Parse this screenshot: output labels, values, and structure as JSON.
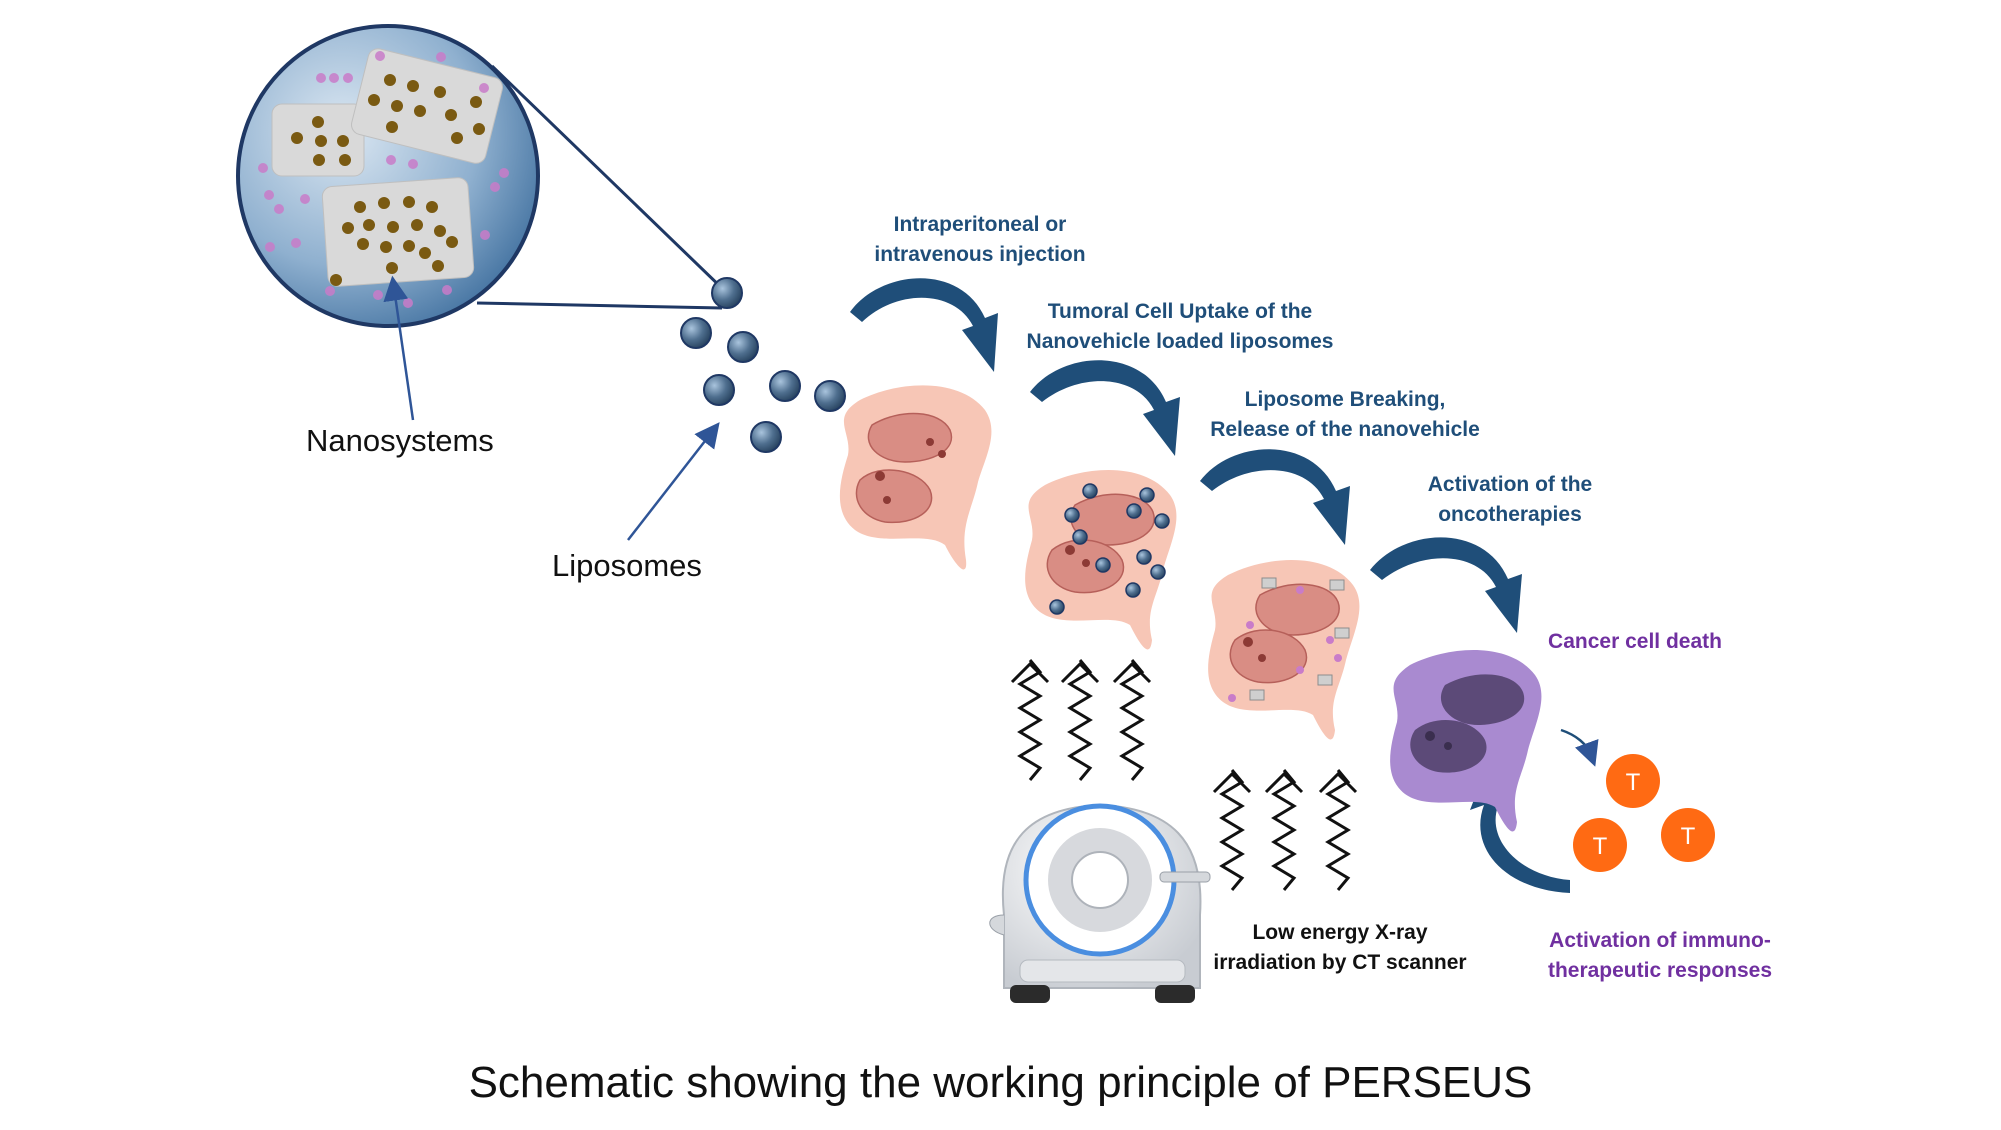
{
  "labels": {
    "nanosystems": "Nanosystems",
    "liposomes": "Liposomes",
    "step1_line1": "Intraperitoneal or",
    "step1_line2": "intravenous injection",
    "step2_line1": "Tumoral Cell Uptake of the",
    "step2_line2": "Nanovehicle loaded liposomes",
    "step3_line1": "Liposome Breaking,",
    "step3_line2": "Release of the nanovehicle",
    "step4_line1": "Activation of the",
    "step4_line2": "oncotherapies",
    "death": "Cancer cell death",
    "xray_line1": "Low energy X-ray",
    "xray_line2": "irradiation by CT scanner",
    "immuno_line1": "Activation of immuno-",
    "immuno_line2": "therapeutic responses",
    "tcell": "T"
  },
  "caption": "Schematic showing the working principle of PERSEUS",
  "colors": {
    "step_text": "#1f4e79",
    "immune_text": "#7030a0",
    "arrow": "#1f4e79",
    "liposome": "#4f6f8f",
    "cell_body": "#f7c6b6",
    "cell_nucleus": "#c9706a",
    "dead_cell": "#a98ad0",
    "tcell": "#ff6a13"
  },
  "icons": [
    "zoom-circle",
    "liposome-sphere",
    "curved-arrow",
    "cancer-cell",
    "xray-wave-arrow",
    "ct-scanner",
    "t-cell"
  ]
}
